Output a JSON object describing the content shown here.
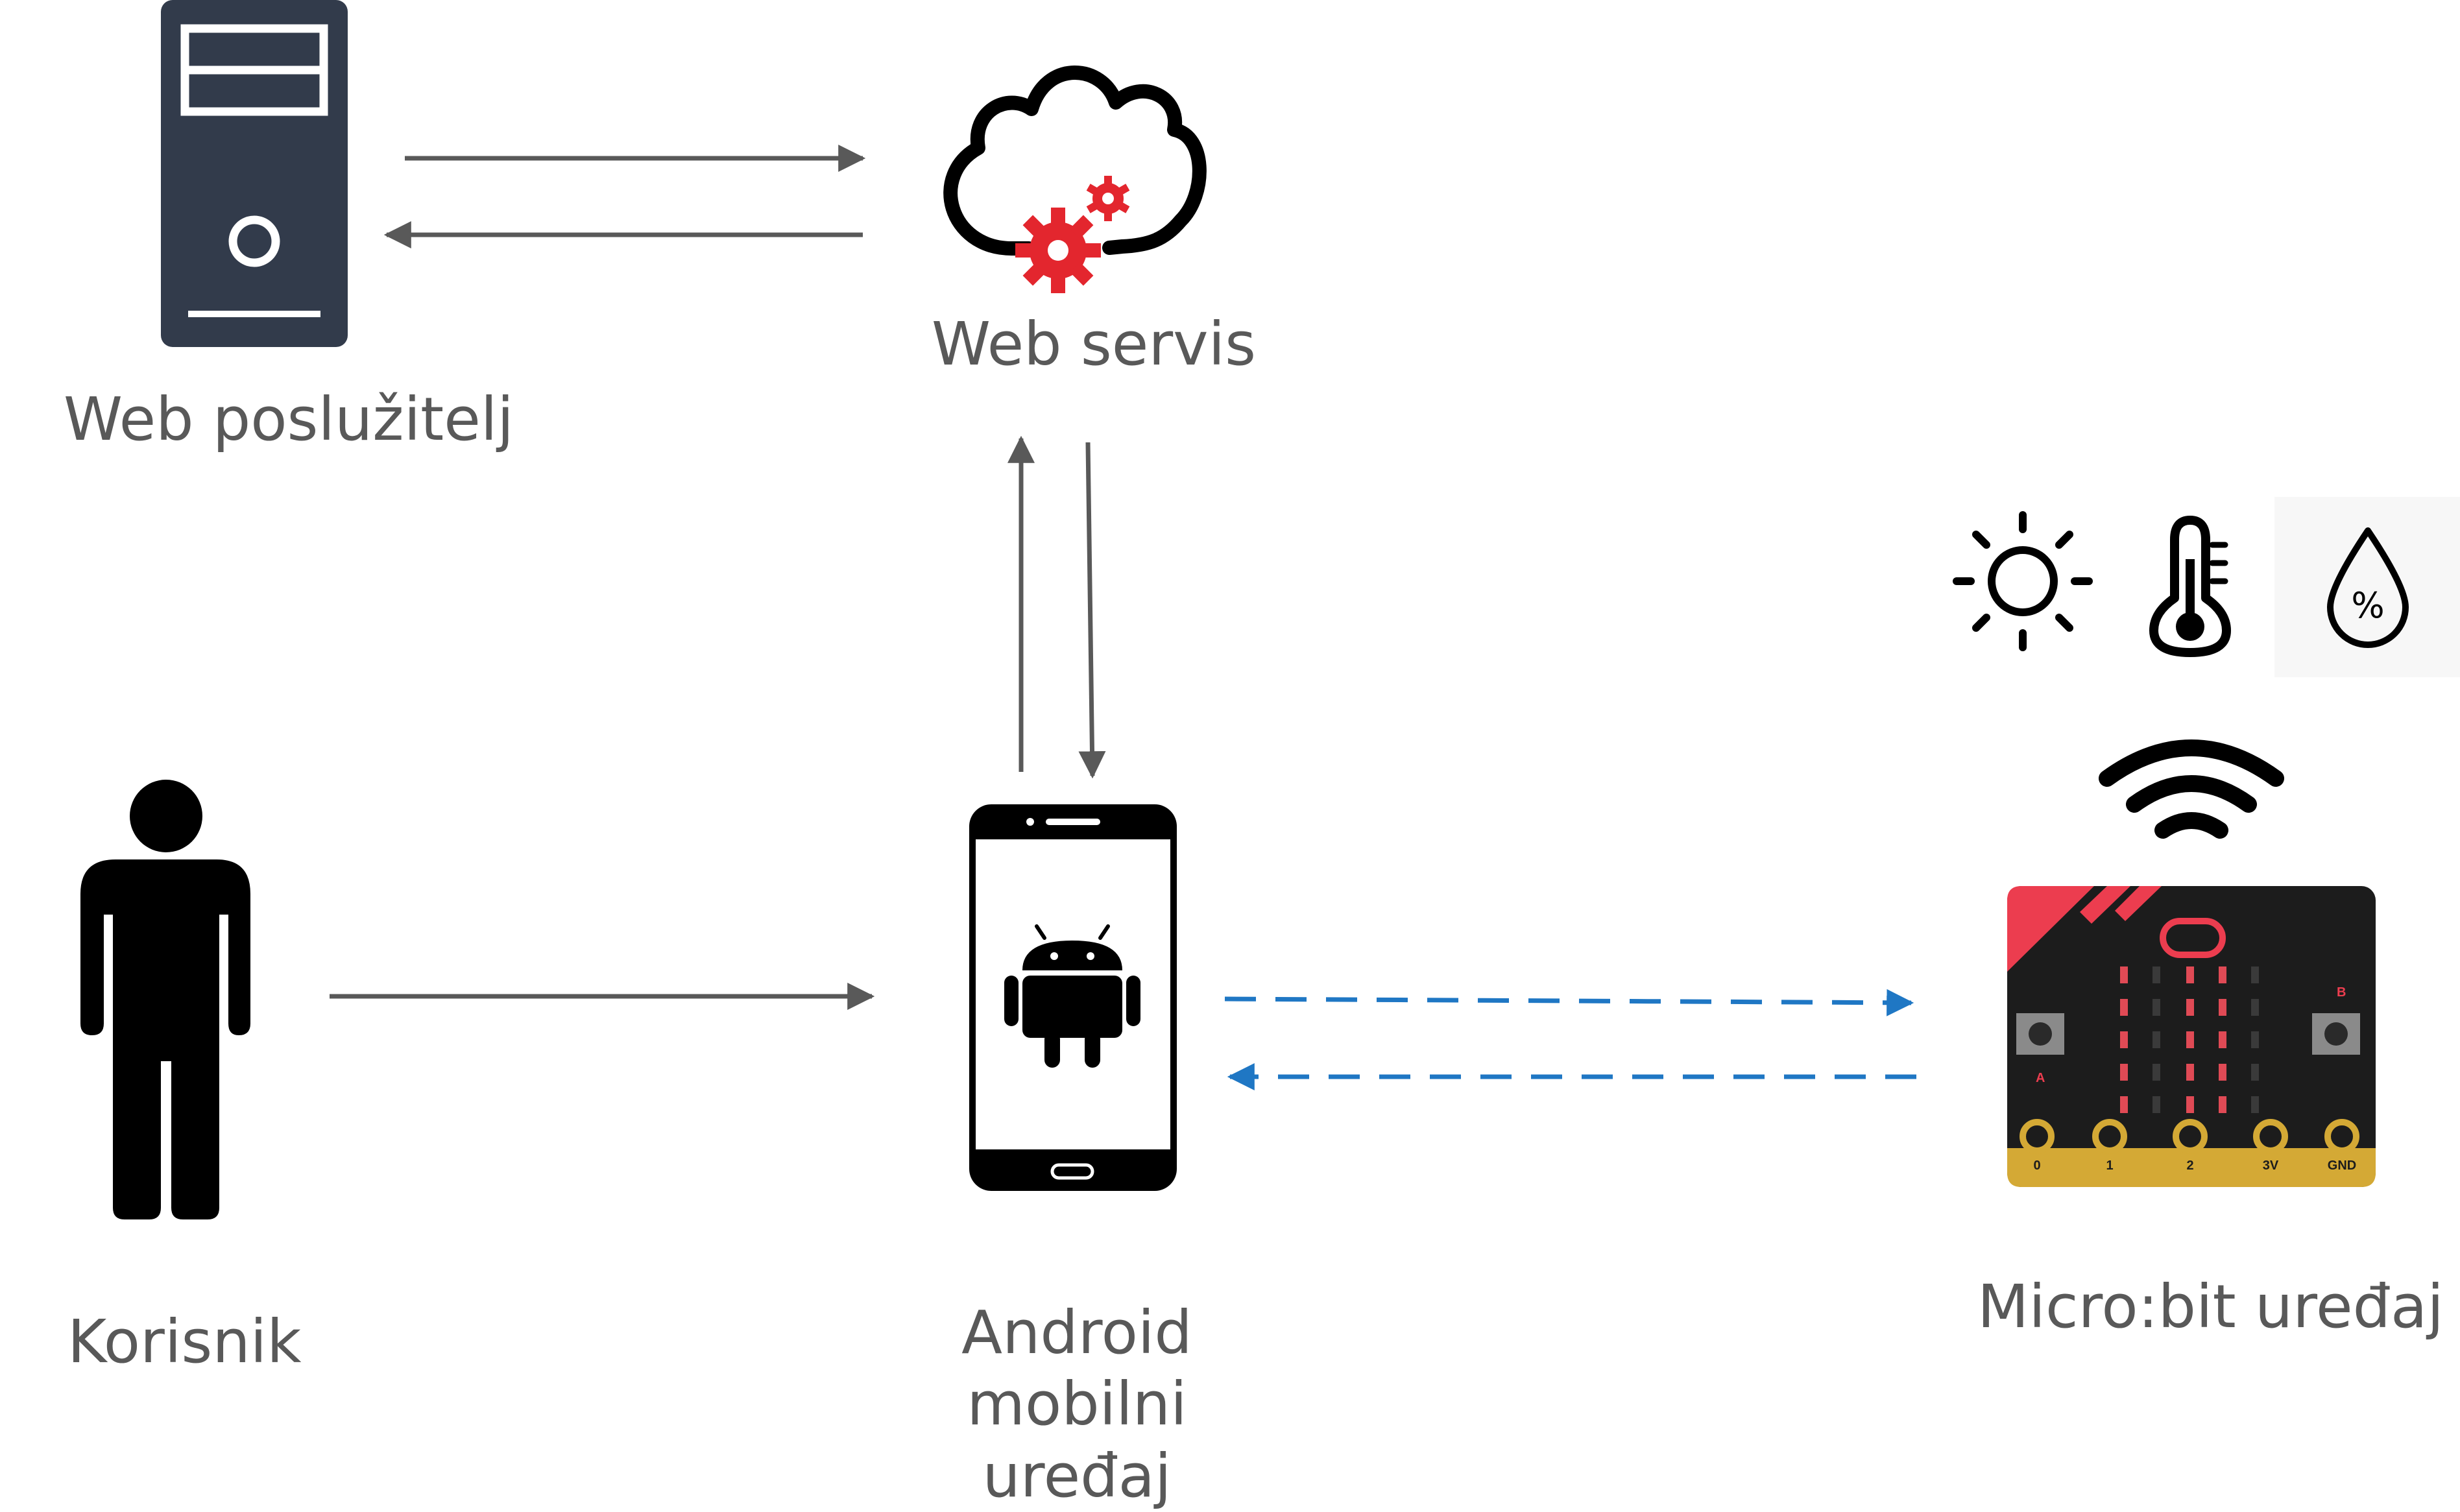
{
  "nodes": {
    "web_server": {
      "label": "Web poslužitelj"
    },
    "web_service": {
      "label": "Web servis"
    },
    "user": {
      "label": "Korisnik"
    },
    "android": {
      "label_line1": "Android mobilni",
      "label_line2": "uređaj"
    },
    "microbit": {
      "label": "Micro:bit uređaj",
      "pins": [
        "0",
        "1",
        "2",
        "3V",
        "GND"
      ],
      "buttons": [
        "A",
        "B"
      ]
    }
  },
  "sensor_icons": [
    "sun-icon",
    "thermometer-icon",
    "humidity-drop-icon"
  ],
  "colors": {
    "arrow_solid": "#595959",
    "arrow_dashed": "#1f77c4",
    "server_body": "#323b4b",
    "gear_red": "#e3262e",
    "microbit_body": "#1c1c1c",
    "microbit_gold": "#d4a935",
    "microbit_red": "#ec3d4f"
  }
}
